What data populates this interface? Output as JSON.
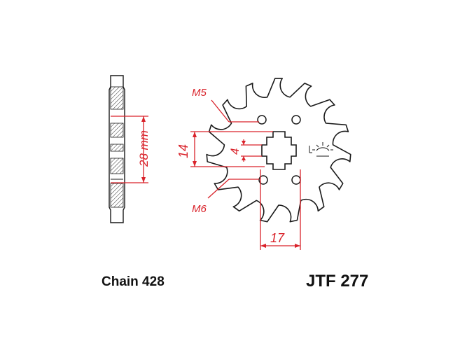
{
  "labels": {
    "chain": "Chain 428",
    "part_number": "JTF 277"
  },
  "dimensions": {
    "thread_top": "M5",
    "thread_bottom": "M6",
    "bolt_spacing_vertical": "14",
    "spline_width": "4",
    "bolt_spacing_horizontal": "17",
    "thickness_profile": "28 mm"
  },
  "colors": {
    "outline": "#1a1a1a",
    "dimension": "#d9232b",
    "hatch": "#333333"
  },
  "icons": [
    "rotation-direction-icon"
  ]
}
